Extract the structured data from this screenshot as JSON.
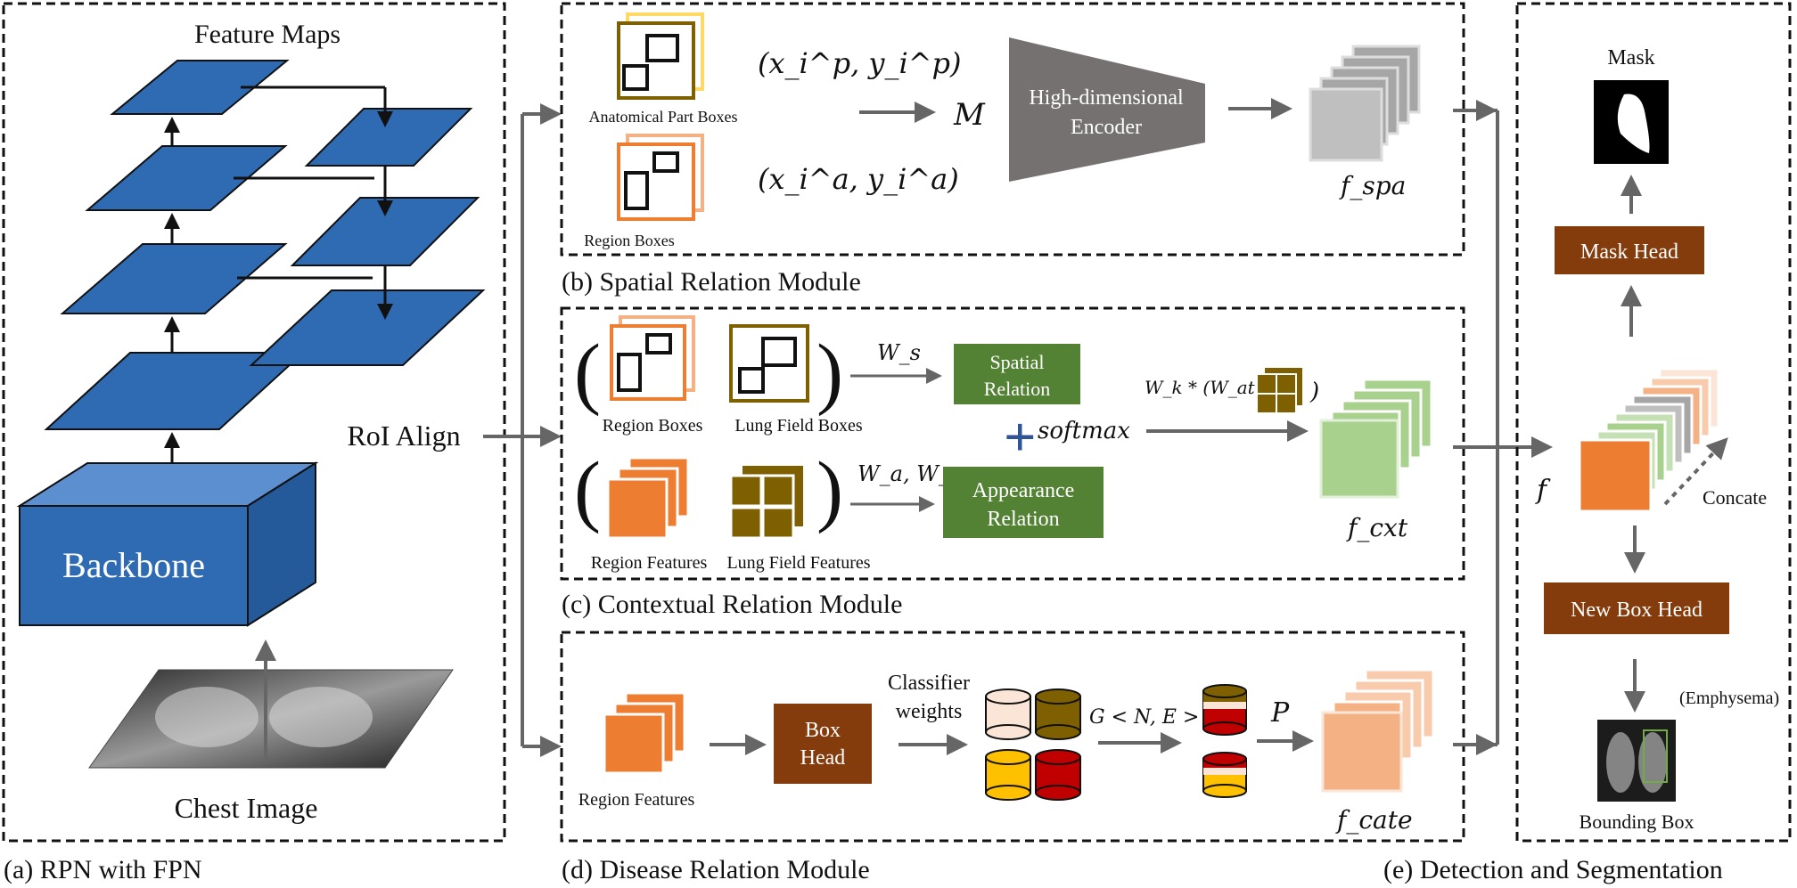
{
  "panel_a": {
    "caption": "(a) RPN with FPN",
    "feature_maps_label": "Feature Maps",
    "backbone_label": "Backbone",
    "chest_image_label": "Chest Image",
    "roi_align_label": "RoI Align"
  },
  "panel_b": {
    "caption": "(b) Spatial Relation Module",
    "anatomical_boxes_label": "Anatomical Part Boxes",
    "region_boxes_label": "Region Boxes",
    "coord_p": "(x_i^p, y_i^p)",
    "coord_a": "(x_i^a, y_i^a)",
    "m_symbol": "M",
    "encoder_line1": "High-dimensional",
    "encoder_line2": "Encoder",
    "f_spa": "f_spa"
  },
  "panel_c": {
    "caption": "(c) Contextual Relation Module",
    "region_boxes_label": "Region Boxes",
    "lung_field_boxes_label": "Lung Field Boxes",
    "region_features_label": "Region Features",
    "lung_field_features_label": "Lung Field Features",
    "ws": "W_s",
    "wa_wg": "W_a, W_g",
    "spatial_line1": "Spatial",
    "spatial_line2": "Relation",
    "appearance_line1": "Appearance",
    "appearance_line2": "Relation",
    "softmax": "softmax",
    "wk_attn": "W_k * (W_attn",
    "f_cxt": "f_cxt"
  },
  "panel_d": {
    "caption": "(d) Disease Relation Module",
    "region_features_label": "Region Features",
    "box_head_line1": "Box",
    "box_head_line2": "Head",
    "classifier_line1": "Classifier",
    "classifier_line2": "weights",
    "graph": "G < N, E >",
    "p_symbol": "P",
    "f_cate": "f_cate"
  },
  "panel_e": {
    "caption": "(e) Detection and Segmentation",
    "mask_label": "Mask",
    "mask_head": "Mask Head",
    "f_symbol": "f",
    "concate": "Concate",
    "new_box_head": "New Box Head",
    "emphysema": "(Emphysema)",
    "bounding_box_label": "Bounding Box"
  },
  "colors": {
    "fpn_blue": "#2e6bb3",
    "green": "#548235",
    "brown": "#843c0c",
    "orange": "#ed7d31",
    "olive": "#7f6000",
    "arrow_gray": "#666666",
    "encoder_gray": "#767171"
  }
}
